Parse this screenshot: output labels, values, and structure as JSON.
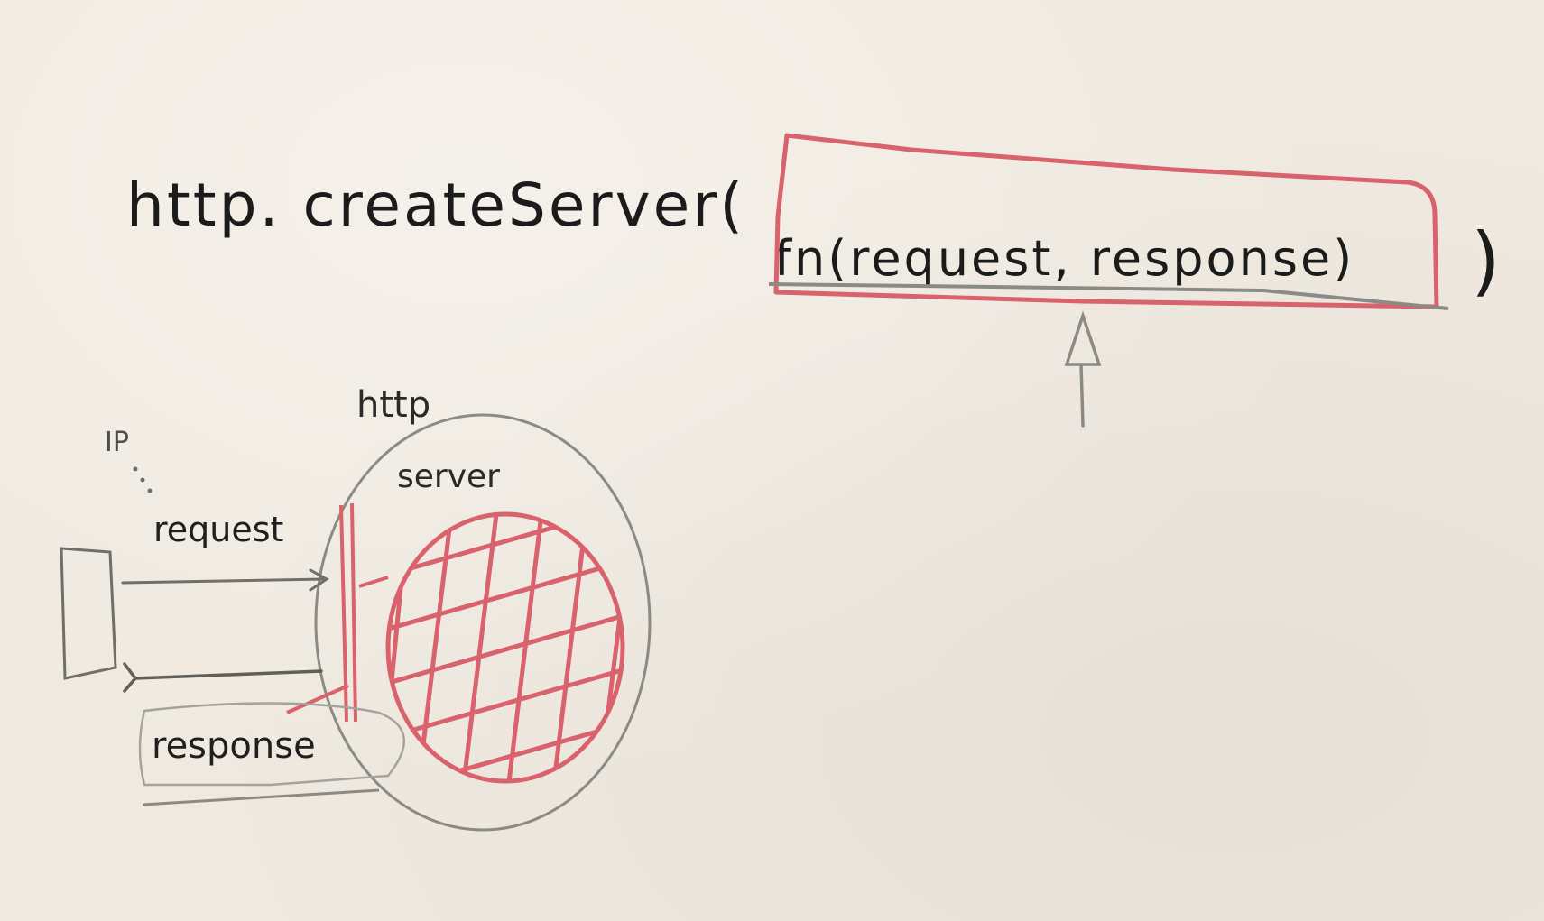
{
  "code": {
    "prefix": "http. createServer(",
    "callback": "fn(request,  response)",
    "suffix": ")"
  },
  "labels": {
    "http": "http",
    "server": "server",
    "request": "request",
    "response": "response",
    "ip": "IP"
  },
  "colors": {
    "background": "#efe9df",
    "ink": "#1f1f1f",
    "grey_ink": "#8a8a86",
    "red_marker": "#d9626c"
  }
}
